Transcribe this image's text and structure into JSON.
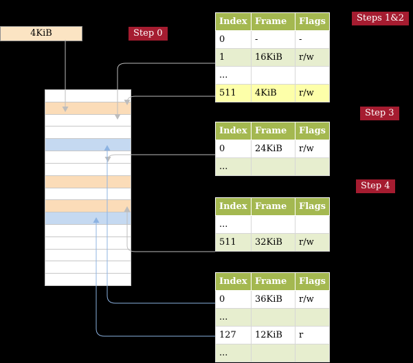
{
  "labels": {
    "frame_box": "4KiB",
    "step0": "Step 0",
    "steps12": "Steps 1&2",
    "step3": "Step 3",
    "step4": "Step 4"
  },
  "colors": {
    "background": "#000000",
    "badge_red": "#a51c30",
    "table_header_olive": "#a4b850",
    "row_tint_green": "#e7eecf",
    "row_highlight_yellow": "#fdffa9",
    "frame_page_table_peach": "#fbdcb8",
    "frame_mapped_blue": "#c5d9f1",
    "arrow_gray": "#bdbdbd",
    "arrow_blue": "#8db3e2"
  },
  "memory": {
    "rows": [
      "plain",
      "page_table",
      "plain",
      "plain",
      "mapped",
      "plain",
      "plain",
      "page_table",
      "plain",
      "page_table",
      "mapped",
      "plain",
      "plain",
      "plain",
      "plain",
      "plain"
    ]
  },
  "table_columns": [
    "Index",
    "Frame",
    "Flags"
  ],
  "tables": [
    {
      "name": "page-table-steps-1-2",
      "rows": [
        {
          "index": "0",
          "frame": "-",
          "flags": "-",
          "style": "plain"
        },
        {
          "index": "1",
          "frame": "16KiB",
          "flags": "r/w",
          "style": "tint"
        },
        {
          "index": "...",
          "frame": "",
          "flags": "",
          "style": "plain"
        },
        {
          "index": "511",
          "frame": "4KiB",
          "flags": "r/w",
          "style": "highlight"
        }
      ]
    },
    {
      "name": "page-table-step-3",
      "rows": [
        {
          "index": "0",
          "frame": "24KiB",
          "flags": "r/w",
          "style": "plain"
        },
        {
          "index": "...",
          "frame": "",
          "flags": "",
          "style": "tint"
        }
      ]
    },
    {
      "name": "page-table-step-4",
      "rows": [
        {
          "index": "...",
          "frame": "",
          "flags": "",
          "style": "plain"
        },
        {
          "index": "511",
          "frame": "32KiB",
          "flags": "r/w",
          "style": "tint"
        }
      ]
    },
    {
      "name": "page-table-final",
      "rows": [
        {
          "index": "0",
          "frame": "36KiB",
          "flags": "r/w",
          "style": "plain"
        },
        {
          "index": "...",
          "frame": "",
          "flags": "",
          "style": "tint"
        },
        {
          "index": "127",
          "frame": "12KiB",
          "flags": "r",
          "style": "plain"
        },
        {
          "index": "...",
          "frame": "",
          "flags": "",
          "style": "tint"
        }
      ]
    }
  ]
}
